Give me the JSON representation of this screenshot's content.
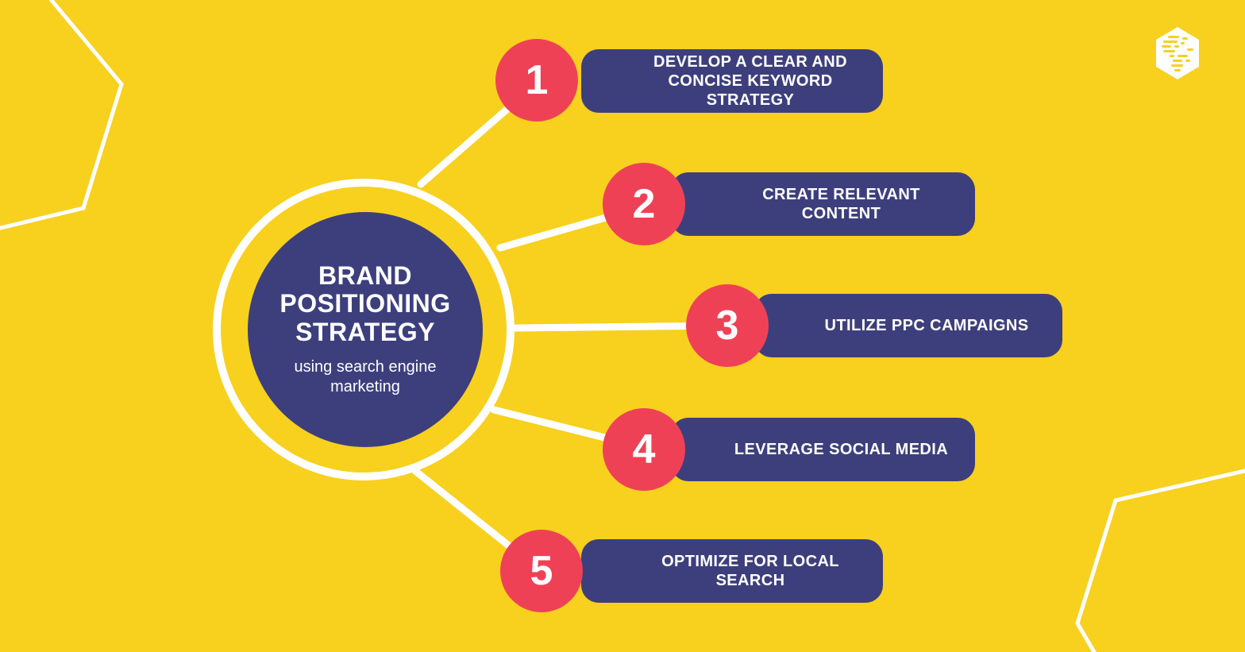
{
  "colors": {
    "background": "#F8D01E",
    "navy": "#3D3F7D",
    "pink": "#EF4156",
    "white": "#FFFFFF"
  },
  "center": {
    "title_lines": [
      "BRAND",
      "POSITIONING",
      "STRATEGY"
    ],
    "subtitle": "using search engine marketing"
  },
  "items": [
    {
      "number": "1",
      "label": "DEVELOP A CLEAR AND CONCISE KEYWORD STRATEGY"
    },
    {
      "number": "2",
      "label": "CREATE RELEVANT CONTENT"
    },
    {
      "number": "3",
      "label": "UTILIZE PPC CAMPAIGNS"
    },
    {
      "number": "4",
      "label": "LEVERAGE SOCIAL MEDIA"
    },
    {
      "number": "5",
      "label": "OPTIMIZE FOR LOCAL SEARCH"
    }
  ],
  "logo": {
    "name": "hexagon-globe-logo"
  }
}
